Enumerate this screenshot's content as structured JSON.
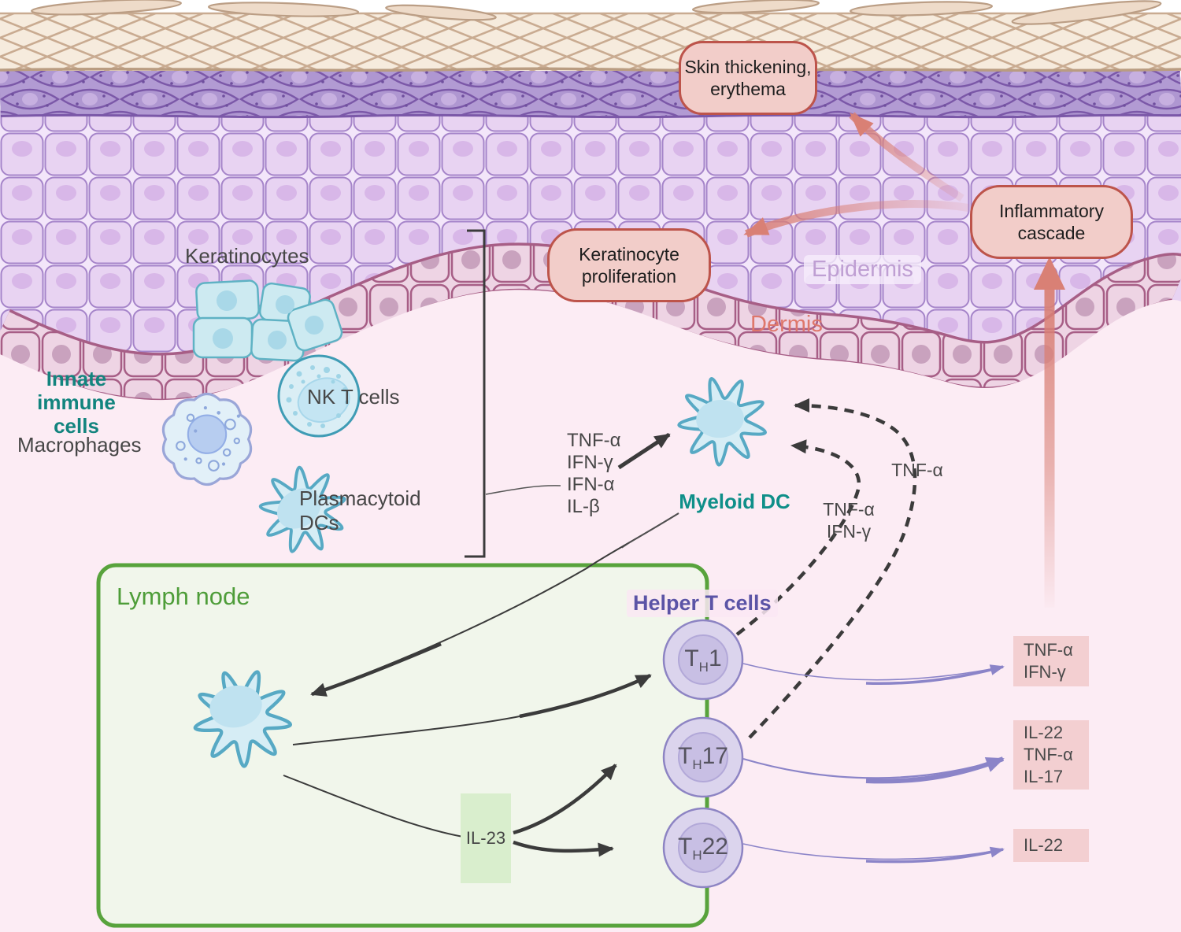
{
  "colors": {
    "teal_label": "#12847e",
    "purple_label": "#5b54a6",
    "green_label": "#4e9d39",
    "salmon_accent": "#d98075",
    "callout_fill": "#f2cdc9",
    "callout_border": "#bd544b",
    "arrow_black": "#3b3b3b",
    "arrow_purple": "#8b84c8",
    "lymph_node_fill": "#f1f6eb",
    "lymph_node_border": "#58a33c",
    "output_box_fill": "#f3cfd1",
    "il23_fill": "#d9eecd"
  },
  "skin": {
    "keratinocytes": "Keratinocytes",
    "epidermis": "Epidermis",
    "dermis": "Dermis"
  },
  "callouts": {
    "skin_thickening": "Skin thickening,\nerythema",
    "inflammatory_cascade": "Inflammatory\ncascade",
    "keratinocyte_proliferation": "Keratinocyte\nproliferation"
  },
  "innate": {
    "title": "Innate\nimmune cells",
    "macrophages": "Macrophages",
    "nk_t_cells": "NK T cells",
    "plasmacytoid_dcs": "Plasmacytoid\nDCs"
  },
  "mediators": {
    "pdc_to_mdc": "TNF-α\nIFN-γ\nIFN-α\nIL-β",
    "myeloid_dc": "Myeloid DC",
    "th17_feedback": "TNF-α",
    "th1_feedback": "TNF-α\nIFN-γ"
  },
  "lymph_node": {
    "title": "Lymph node",
    "il23": "IL-23",
    "helper_t": "Helper T cells",
    "cells": [
      {
        "t": "T",
        "sub": "H",
        "num": "1"
      },
      {
        "t": "T",
        "sub": "H",
        "num": "17"
      },
      {
        "t": "T",
        "sub": "H",
        "num": "22"
      }
    ]
  },
  "outputs": [
    {
      "label": "TNF-α\nIFN-γ"
    },
    {
      "label": "IL-22\nTNF-α\nIL-17"
    },
    {
      "label": "IL-22"
    }
  ]
}
